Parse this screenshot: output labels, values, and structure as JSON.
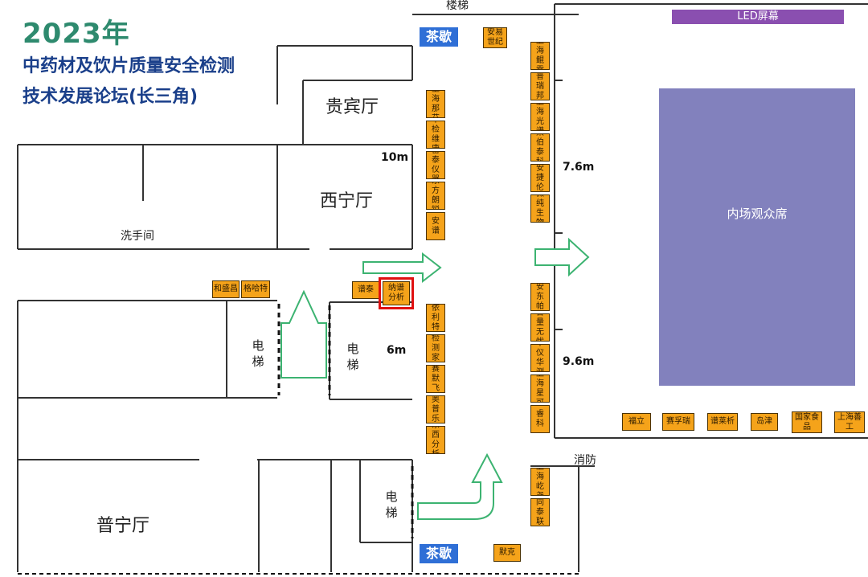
{
  "title": {
    "year": "2023年",
    "line1": "中药材及饮片质量安全检测",
    "line2": "技术发展论坛(长三角)"
  },
  "halls": {
    "vip": "贵宾厅",
    "xining": "西宁厅",
    "puning": "普宁厅"
  },
  "rooms": {
    "washroom": "洗手间",
    "stairs": "楼梯",
    "fire": "消防",
    "elevator_left": "电梯",
    "elevator_mid": "电梯",
    "elevator_bottom": "电梯"
  },
  "tea_break": {
    "top": "茶歇",
    "bottom": "茶歇"
  },
  "led_screen": "LED屏幕",
  "audience_area": "内场观众席",
  "dimensions": {
    "d10": "10m",
    "d6": "6m",
    "d76": "7.6m",
    "d96": "9.6m"
  },
  "booths": {
    "top_single": "安易世纪",
    "left_column": [
      "上海那艾",
      "中检维康",
      "雷泰仪器",
      "东方朗锐",
      "安谱"
    ],
    "mid_row": [
      "和盛昌",
      "格哈特",
      "谱泰"
    ],
    "highlighted": "纳谱分析",
    "left_lower_column": [
      "依利特",
      "检测家",
      "赛默飞",
      "奥普乐",
      "东西分析"
    ],
    "right_upper_column": [
      "上海鲲霖",
      "普瑞邦",
      "上海光谱",
      "莱伯泰科",
      "安捷伦",
      "微纯生物"
    ],
    "right_middle_column": [
      "安东帕",
      "含量无忧",
      "中仪华测",
      "上海星可",
      "睿科"
    ],
    "right_lower_column": [
      "上海屹尧",
      "同泰联"
    ],
    "bottom_single": "默克",
    "bottom_row": [
      "福立",
      "赛孚瑞",
      "谱莱析",
      "岛津",
      "国家食品",
      "上海善工"
    ]
  },
  "colors": {
    "booth_fill": "#f5a31a",
    "highlight": "#e01010",
    "tea_fill": "#2f6fd6",
    "led_fill": "#8a4fb0",
    "audience_fill": "#8281bd",
    "arrow_stroke": "#3cb371",
    "title_year": "#2e8a6e",
    "title_text": "#1a3f8a"
  }
}
